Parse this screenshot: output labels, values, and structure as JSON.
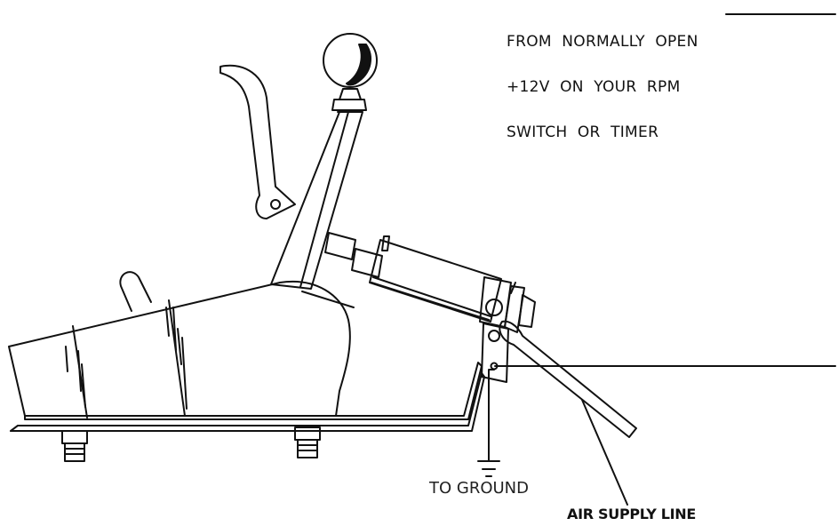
{
  "labels": {
    "top_source": [
      "FROM  NORMALLY  OPEN",
      "+12V  ON  YOUR  RPM",
      "SWITCH  OR  TIMER"
    ],
    "ground": "TO GROUND",
    "air_supply": "AIR SUPPLY LINE"
  },
  "colors": {
    "line": "#111111",
    "background": "#ffffff"
  }
}
